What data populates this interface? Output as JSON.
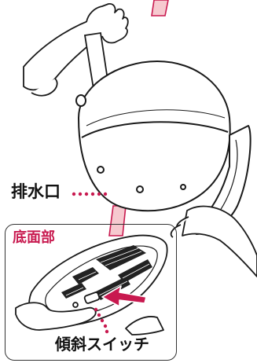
{
  "labels": {
    "drain_outlet": "排水口",
    "bottom_view": "底面部",
    "tilt_switch": "傾斜スイッチ"
  },
  "colors": {
    "accent": "#c8194f",
    "line": "#1a1a1a",
    "pipe_fill": "#f6c9cf",
    "pipe_stroke": "#c8194f",
    "grille": "#222222"
  },
  "icons": {
    "pointer_arrow": "arrow-icon"
  }
}
